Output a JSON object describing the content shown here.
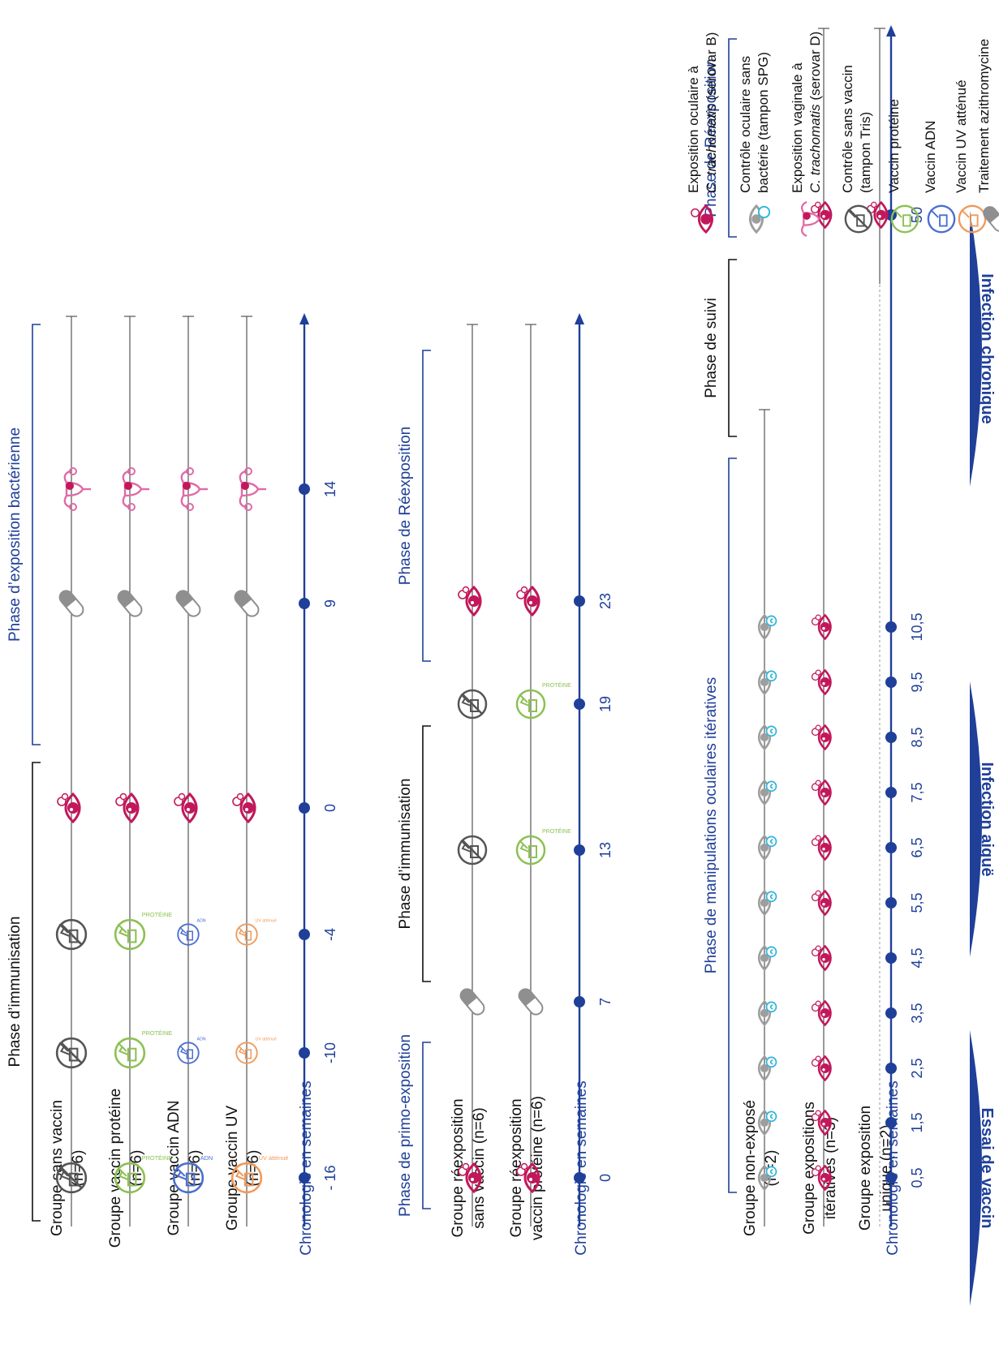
{
  "legend": [
    {
      "icon": "eye-exposure-icon",
      "text1": "Exposition oculaire à",
      "text2a": "C. trachomatis",
      "text2b": " (serovar B)"
    },
    {
      "icon": "eye-control-icon",
      "text1": "Contrôle oculaire sans",
      "text2a": "",
      "text2b": "bactérie (tampon SPG)"
    },
    {
      "icon": "uterus-exposure-icon",
      "text1": "Exposition vaginale à",
      "text2a": "C. trachomatis",
      "text2b": " (serovar D)"
    },
    {
      "icon": "no-vaccine-icon",
      "text1": "Contrôle sans vaccin",
      "text2a": "",
      "text2b": "(tampon Tris)"
    },
    {
      "icon": "protein-vaccine-icon",
      "text1": "Vaccin protéine",
      "text2a": "",
      "text2b": ""
    },
    {
      "icon": "dna-vaccine-icon",
      "text1": "Vaccin ADN",
      "text2a": "",
      "text2b": ""
    },
    {
      "icon": "uv-vaccine-icon",
      "text1": "Vaccin UV atténué",
      "text2a": "",
      "text2b": ""
    },
    {
      "icon": "pill-icon",
      "text1": "Traitement azithromycine",
      "text2a": "",
      "text2b": ""
    }
  ],
  "icon_labels": {
    "protein": "PROTÉINE",
    "dna": "ADN",
    "uv": "UV atténué"
  },
  "colors": {
    "axis": "#1f3f99",
    "eye": "#c2185b",
    "uterus": "#e06aa8",
    "novax": "#555555",
    "protein": "#8cc152",
    "dna": "#4a6fd4",
    "uv": "#ef9a5a",
    "pill": "#8f8f8f",
    "control": "#9e9e9e",
    "controlDrop": "#2fb5d8"
  },
  "axis_label": "Chronologie en semaines",
  "sections": [
    {
      "title": "Essai de vaccin",
      "groups": [
        {
          "l1": "Groupe sans vaccin",
          "l2": "(n=6)"
        },
        {
          "l1": "Groupe vaccin protéine",
          "l2": "(n=6)"
        },
        {
          "l1": "Groupe vaccin ADN",
          "l2": "(n=6)"
        },
        {
          "l1": "Groupe vaccin UV",
          "l2": "(n=6)"
        }
      ],
      "ticks": [
        "- 16",
        "-10",
        "-4",
        "0",
        "9",
        "14"
      ],
      "phases": [
        {
          "label": "Phase d’immunisation",
          "color": "#111111"
        },
        {
          "label": "Phase d’exposition bactérienne",
          "color": "#1f3f99"
        }
      ]
    },
    {
      "title": "Infection aiguë",
      "groups": [
        {
          "l1": "Groupe réexposition",
          "l2": "sans vaccin (n=6)"
        },
        {
          "l1": "Groupe réexposition",
          "l2": "vaccin protéine (n=6)"
        }
      ],
      "ticks": [
        "0",
        "7",
        "13",
        "19",
        "23"
      ],
      "phases": [
        {
          "label": "Phase de primo-exposition",
          "color": "#1f3f99"
        },
        {
          "label": "Phase d’immunisation",
          "color": "#111111"
        },
        {
          "label": "Phase de Réexposition",
          "color": "#1f3f99"
        }
      ]
    },
    {
      "title": "Infection chronique",
      "groups": [
        {
          "l1": "Groupe non-exposé",
          "l2": "(n=2)"
        },
        {
          "l1": "Groupe expositions",
          "l2": "itératives (n=3)"
        },
        {
          "l1": "Groupe exposition",
          "l2": "unique (n=2)"
        }
      ],
      "ticks": [
        "0,5",
        "1,5",
        "2,5",
        "3,5",
        "4,5",
        "5,5",
        "6,5",
        "7,5",
        "8,5",
        "9,5",
        "10,5",
        "50"
      ],
      "phases": [
        {
          "label": "Phase de manipulations oculaires itératives",
          "color": "#1f3f99"
        },
        {
          "label": "Phase de suivi",
          "color": "#111111"
        },
        {
          "label": "Phase de Réexposition",
          "color": "#1f3f99"
        }
      ]
    }
  ]
}
